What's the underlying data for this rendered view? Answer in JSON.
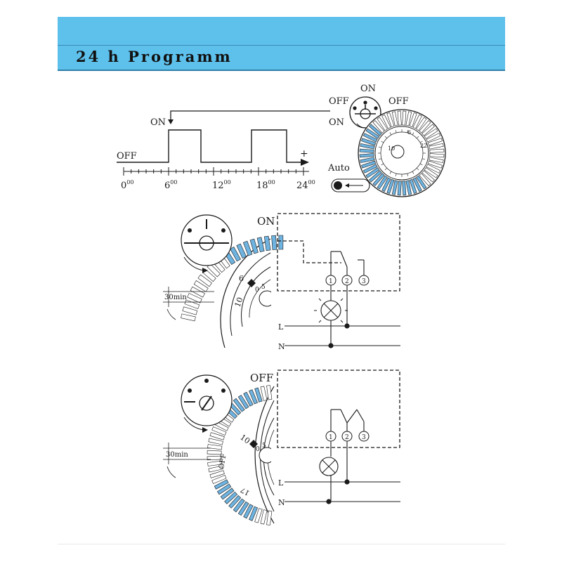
{
  "header": {
    "title": "24 h Programm"
  },
  "timeline": {
    "on_label": "ON",
    "off_label": "OFF",
    "plus_label": "+",
    "ticks": [
      {
        "base": "0",
        "sup": "00"
      },
      {
        "base": "6",
        "sup": "00"
      },
      {
        "base": "12",
        "sup": "00"
      },
      {
        "base": "18",
        "sup": "00"
      },
      {
        "base": "24",
        "sup": "00"
      }
    ]
  },
  "dial_top": {
    "on_label": "ON",
    "off_left_label": "OFF",
    "off_right_label": "OFF",
    "on_left_label": "ON",
    "numbers": [
      "6",
      "10",
      "22"
    ]
  },
  "auto": {
    "label": "Auto"
  },
  "diagram_on": {
    "state_label": "ON",
    "interval_label": "30min",
    "dial_numbers": [
      "6",
      "0",
      "5",
      "10"
    ],
    "terminals": [
      "1",
      "2",
      "3"
    ],
    "line_label": "L",
    "neutral_label": "N"
  },
  "diagram_off": {
    "state_label": "OFF",
    "interval_label": "30min",
    "dial_numbers": [
      "10",
      "0",
      "5",
      "OFF",
      "17"
    ],
    "terminals": [
      "1",
      "2",
      "3"
    ],
    "line_label": "L",
    "neutral_label": "N"
  },
  "colors": {
    "banner": "#5ec1ec",
    "segment_blue": "#6fb3e0",
    "line": "#1a1a1a"
  }
}
